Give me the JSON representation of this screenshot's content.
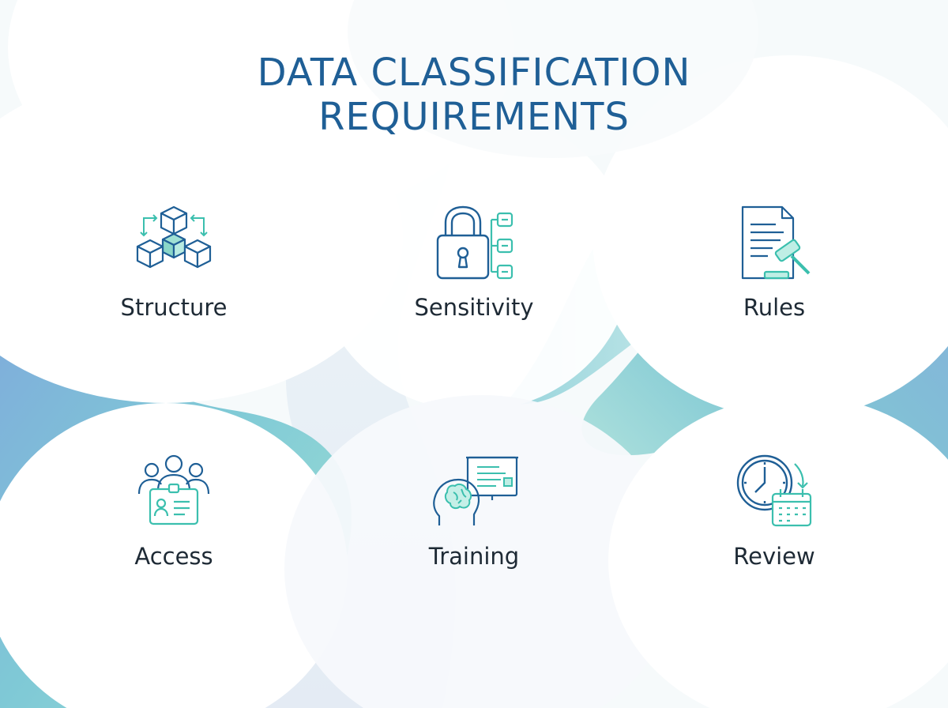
{
  "title": {
    "line1": "DATA CLASSIFICATION",
    "line2": "REQUIREMENTS"
  },
  "colors": {
    "title": "#1f5f96",
    "icon_stroke": "#1f5f96",
    "icon_accent": "#3bbfae",
    "label": "#1e2a35"
  },
  "items": [
    {
      "label": "Structure",
      "icon": "cubes-structure-icon"
    },
    {
      "label": "Sensitivity",
      "icon": "padlock-hierarchy-icon"
    },
    {
      "label": "Rules",
      "icon": "document-gavel-icon"
    },
    {
      "label": "Access",
      "icon": "people-id-badge-icon"
    },
    {
      "label": "Training",
      "icon": "brain-presentation-icon"
    },
    {
      "label": "Review",
      "icon": "clock-calendar-icon"
    }
  ]
}
